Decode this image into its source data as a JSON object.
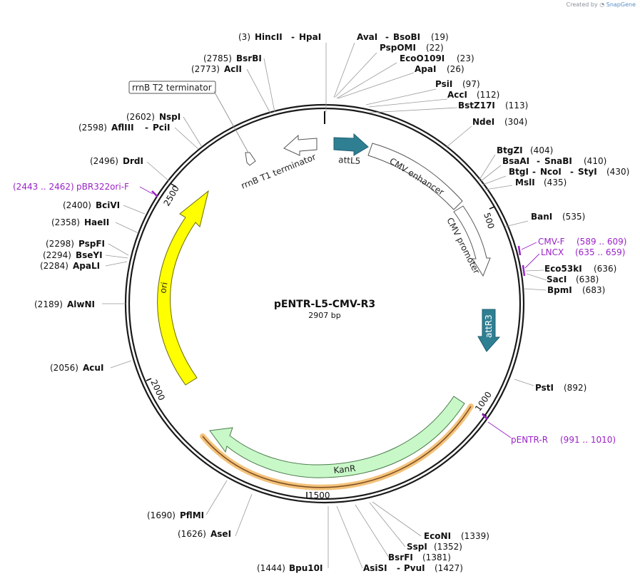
{
  "credit": {
    "prefix": "Created by",
    "brand": "SnapGene"
  },
  "plasmid": {
    "name": "pENTR-L5-CMV-R3",
    "length_label": "2907 bp",
    "length": 2907
  },
  "tick_labels": [
    "500",
    "1000",
    "1500",
    "2000",
    "2500"
  ],
  "features": [
    {
      "name": "attL5",
      "color": "#2f7f93"
    },
    {
      "name": "CMV enhancer",
      "color": "#ffffff"
    },
    {
      "name": "CMV promoter",
      "color": "#ffffff"
    },
    {
      "name": "attR3",
      "color": "#2f7f93"
    },
    {
      "name": "KanR",
      "color": "#c8f7c8"
    },
    {
      "name": "ori",
      "color": "#ffff00"
    },
    {
      "name": "rrnB T1 terminator",
      "color": "#ffffff"
    },
    {
      "name": "rrnB T2 terminator",
      "color": "#ffffff"
    }
  ],
  "sites": [
    {
      "names": [
        "HincII",
        "HpaI"
      ],
      "pos": "(3)"
    },
    {
      "names": [
        "AvaI",
        "BsoBI"
      ],
      "pos": "(19)"
    },
    {
      "names": [
        "PspOMI"
      ],
      "pos": "(22)"
    },
    {
      "names": [
        "EcoO109I"
      ],
      "pos": "(23)"
    },
    {
      "names": [
        "ApaI"
      ],
      "pos": "(26)"
    },
    {
      "names": [
        "PsiI"
      ],
      "pos": "(97)"
    },
    {
      "names": [
        "AccI"
      ],
      "pos": "(112)"
    },
    {
      "names": [
        "BstZ17I"
      ],
      "pos": "(113)"
    },
    {
      "names": [
        "NdeI"
      ],
      "pos": "(304)"
    },
    {
      "names": [
        "BtgZI"
      ],
      "pos": "(404)"
    },
    {
      "names": [
        "BsaAI",
        "SnaBI"
      ],
      "pos": "(410)"
    },
    {
      "names": [
        "BtgI",
        "NcoI",
        "StyI"
      ],
      "pos": "(430)"
    },
    {
      "names": [
        "MslI"
      ],
      "pos": "(435)"
    },
    {
      "names": [
        "BanI"
      ],
      "pos": "(535)"
    },
    {
      "names": [
        "Eco53kI"
      ],
      "pos": "(636)"
    },
    {
      "names": [
        "SacI"
      ],
      "pos": "(638)"
    },
    {
      "names": [
        "BpmI"
      ],
      "pos": "(683)"
    },
    {
      "names": [
        "PstI"
      ],
      "pos": "(892)"
    },
    {
      "names": [
        "EcoNI"
      ],
      "pos": "(1339)"
    },
    {
      "names": [
        "SspI"
      ],
      "pos": "(1352)"
    },
    {
      "names": [
        "BsrFI"
      ],
      "pos": "(1381)"
    },
    {
      "names": [
        "AsiSI",
        "PvuI"
      ],
      "pos": "(1427)"
    },
    {
      "names": [
        "Bpu10I"
      ],
      "pos": "(1444)"
    },
    {
      "names": [
        "AseI"
      ],
      "pos": "(1626)"
    },
    {
      "names": [
        "PflMI"
      ],
      "pos": "(1690)"
    },
    {
      "names": [
        "AcuI"
      ],
      "pos": "(2056)"
    },
    {
      "names": [
        "AlwNI"
      ],
      "pos": "(2189)"
    },
    {
      "names": [
        "ApaLI"
      ],
      "pos": "(2284)"
    },
    {
      "names": [
        "BseYI"
      ],
      "pos": "(2294)"
    },
    {
      "names": [
        "PspFI"
      ],
      "pos": "(2298)"
    },
    {
      "names": [
        "HaeII"
      ],
      "pos": "(2358)"
    },
    {
      "names": [
        "BciVI"
      ],
      "pos": "(2400)"
    },
    {
      "names": [
        "DrdI"
      ],
      "pos": "(2496)"
    },
    {
      "names": [
        "AflIII",
        "PciI"
      ],
      "pos": "(2598)"
    },
    {
      "names": [
        "NspI"
      ],
      "pos": "(2602)"
    },
    {
      "names": [
        "AclI"
      ],
      "pos": "(2773)"
    },
    {
      "names": [
        "BsrBI"
      ],
      "pos": "(2785)"
    }
  ],
  "primers": [
    {
      "name": "CMV-F",
      "range": "(589 .. 609)"
    },
    {
      "name": "LNCX",
      "range": "(635 .. 659)"
    },
    {
      "name": "pENTR-R",
      "range": "(991 .. 1010)"
    },
    {
      "name": "pBR322ori-F",
      "range": "(2443 .. 2462)"
    }
  ],
  "colors": {
    "primer": "#9b22c8",
    "backbone": "#1a1a1a",
    "kanr_highlight": "#f3c27a"
  }
}
